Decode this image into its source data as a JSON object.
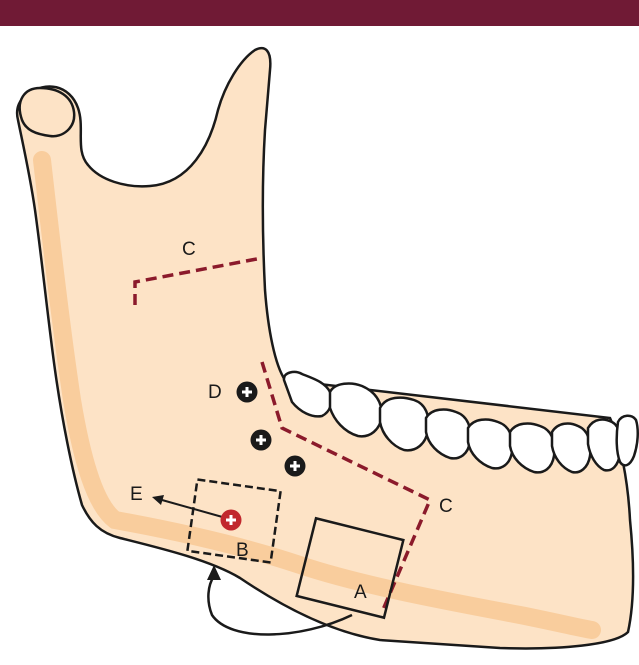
{
  "colors": {
    "header_bar": "#701a35",
    "bone": "#fde3c6",
    "canal": "#f9cd9d",
    "outline": "#1a1a1a",
    "osteotomy": "#8b1a2b",
    "screw_black": "#1a1a1a",
    "screw_red": "#c1272d",
    "tooth": "#ffffff"
  },
  "labels": {
    "a": "A",
    "b": "B",
    "c_upper": "C",
    "c_lower": "C",
    "d": "D",
    "e": "E"
  },
  "icons": {
    "screw": "screw-icon",
    "arrow": "curved-arrow-icon"
  }
}
